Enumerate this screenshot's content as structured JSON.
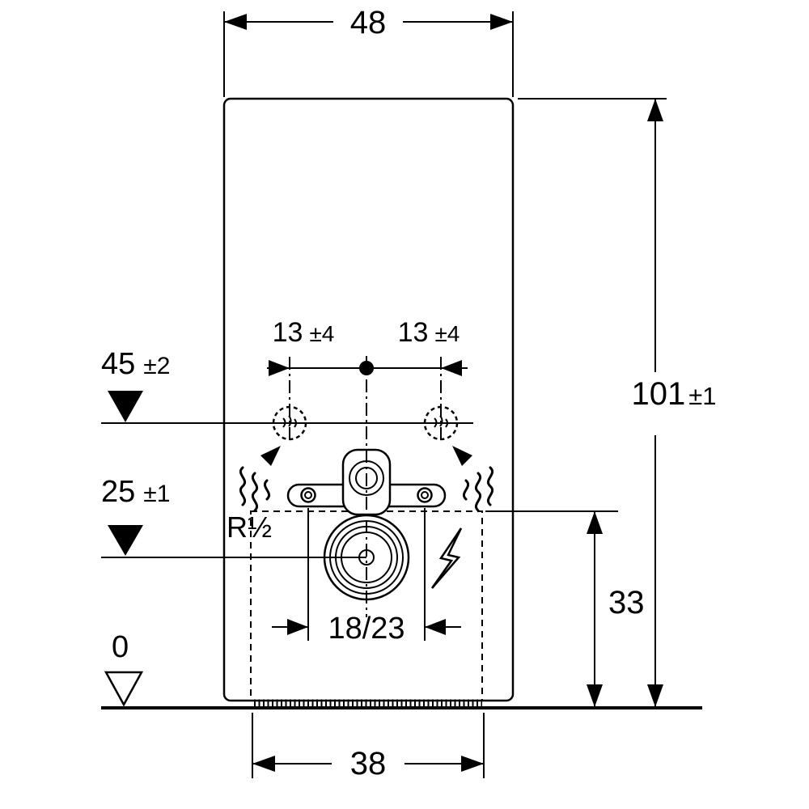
{
  "drawing": {
    "background": "#ffffff",
    "line_color": "#000000",
    "dimensions": {
      "top_width": {
        "value": "48"
      },
      "overall_height": {
        "value": "101",
        "tolerance": "±1"
      },
      "upper_connection_level": {
        "value": "45",
        "tolerance": "±2"
      },
      "lower_connection_level": {
        "value": "25",
        "tolerance": "±1"
      },
      "floor_level": {
        "value": "0"
      },
      "left_water_offset": {
        "value": "13",
        "tolerance": "±4"
      },
      "right_water_offset": {
        "value": "13",
        "tolerance": "±4"
      },
      "water_supply_thread": {
        "value": "R½"
      },
      "outlet_depth": {
        "value": "18/23"
      },
      "service_opening_height": {
        "value": "33"
      },
      "base_plate_width": {
        "value": "38"
      }
    },
    "icons": {
      "lightning_bolt": "electrical-connection",
      "water_flow_left": "water-inflow-left",
      "water_flow_right": "water-inflow-right",
      "filled_datum": "level-datum-marker",
      "open_datum": "zero-level-marker"
    }
  }
}
